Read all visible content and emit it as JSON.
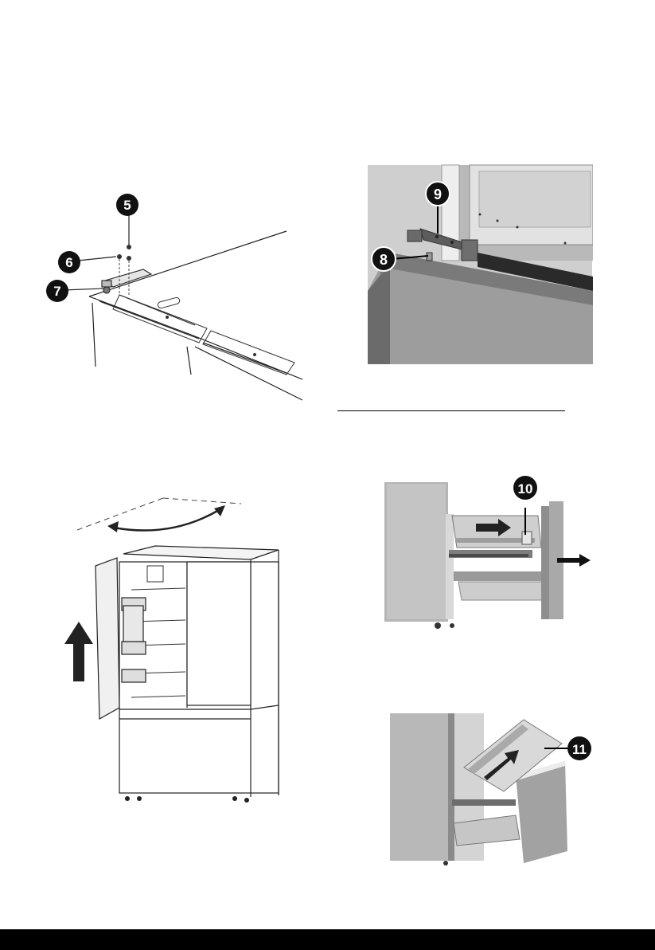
{
  "callouts": {
    "c5": "5",
    "c6": "6",
    "c7": "7",
    "c8": "8",
    "c9": "9",
    "c10": "10",
    "c11": "11"
  },
  "colors": {
    "badge": "#111111",
    "photo_bg": "#d8d8d8",
    "metal": "#9a9a9a",
    "dark_metal": "#555555"
  },
  "icons": [
    "arrow-up-icon",
    "arrow-right-icon",
    "curved-double-arrow-icon"
  ]
}
